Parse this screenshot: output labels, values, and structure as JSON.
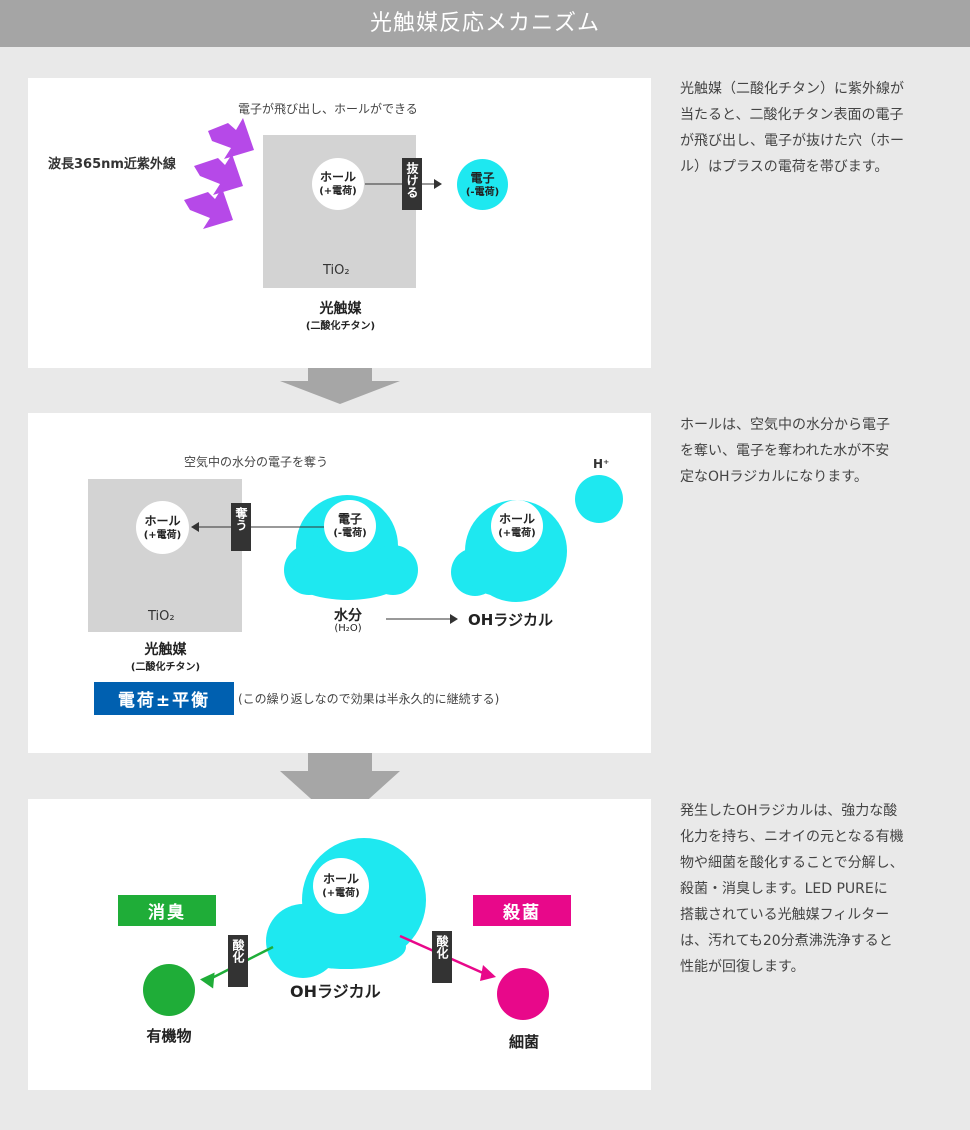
{
  "header": {
    "title": "光触媒反応メカニズム"
  },
  "colors": {
    "cyan": "#1ee8f0",
    "navy": "#0060b0",
    "green": "#1fad38",
    "magenta": "#e8088a",
    "tio2_gray": "#d3d3d3",
    "arrow_gray": "#a6a6a6",
    "purple": "#b649e8"
  },
  "panel1": {
    "caption": "電子が飛び出し、ホールができる",
    "uv_label": "波長365nm近紫外線",
    "hole_line1": "ホール",
    "hole_line2": "(+電荷)",
    "tag": "抜ける",
    "electron_line1": "電子",
    "electron_line2": "(-電荷)",
    "tio2": "TiO₂",
    "photocat_title": "光触媒",
    "photocat_sub": "(二酸化チタン)"
  },
  "panel2": {
    "caption": "空気中の水分の電子を奪う",
    "hole_line1": "ホール",
    "hole_line2": "(+電荷)",
    "tag": "奪う",
    "electron_line1": "電子",
    "electron_line2": "(-電荷)",
    "tio2": "TiO₂",
    "photocat_title": "光触媒",
    "photocat_sub": "(二酸化チタン)",
    "water_title": "水分",
    "water_sub": "(H₂O)",
    "oh_title": "OHラジカル",
    "oh_hole_line1": "ホール",
    "oh_hole_line2": "(+電荷)",
    "h_plus": "H⁺",
    "balance_label": "電荷±平衡",
    "balance_note": "(この繰り返しなので効果は半永久的に継続する)"
  },
  "panel3": {
    "hole_line1": "ホール",
    "hole_line2": "(+電荷)",
    "oh_title": "OHラジカル",
    "deodorize_label": "消臭",
    "sterilize_label": "殺菌",
    "oxidize_left": "酸化",
    "oxidize_right": "酸化",
    "organic_label": "有機物",
    "bacteria_label": "細菌"
  },
  "side": {
    "text1": "光触媒（二酸化チタン）に紫外線が\n当たると、二酸化チタン表面の電子\nが飛び出し、電子が抜けた穴（ホー\nル）はプラスの電荷を帯びます。",
    "text2": "ホールは、空気中の水分から電子\nを奪い、電子を奪われた水が不安\n定なOHラジカルになります。",
    "text3": "発生したOHラジカルは、強力な酸\n化力を持ち、ニオイの元となる有機\n物や細菌を酸化することで分解し、\n殺菌・消臭します。LED PUREに\n搭載されている光触媒フィルター\nは、汚れても20分煮沸洗浄すると\n性能が回復します。"
  }
}
